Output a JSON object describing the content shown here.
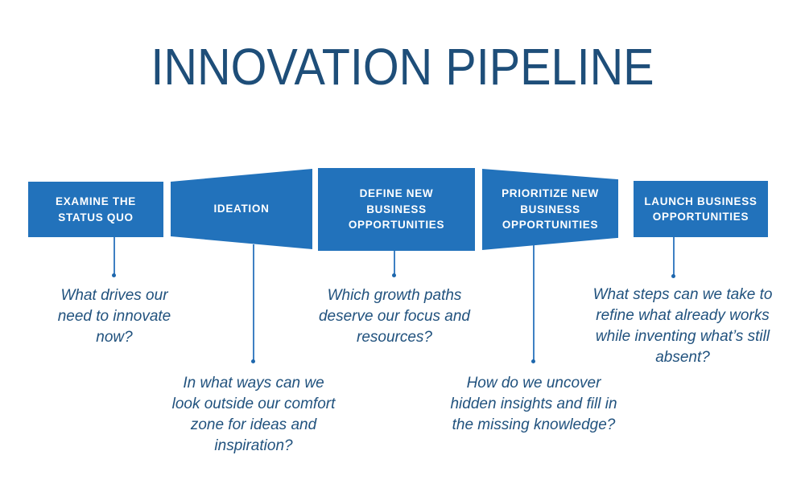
{
  "title": "INNOVATION PIPELINE",
  "colors": {
    "box_blue": "#2272bb",
    "title_blue": "#1e4e79",
    "text_blue": "#21527e",
    "line_blue": "#3e80c3",
    "dot_blue": "#1e67ad",
    "bg": "#ffffff"
  },
  "stages": [
    {
      "label": "EXAMINE THE\nSTATUS QUO",
      "shape": "rectangle",
      "question": "What drives our\nneed to innovate\nnow?"
    },
    {
      "label": "IDEATION",
      "shape": "expanding-trapezoid",
      "question": "In what ways can we\nlook outside our comfort\nzone for ideas and\ninspiration?"
    },
    {
      "label": "DEFINE NEW\nBUSINESS\nOPPORTUNITIES",
      "shape": "rectangle",
      "question": "Which growth paths\ndeserve our focus and\nresources?"
    },
    {
      "label": "PRIORITIZE NEW\nBUSINESS\nOPPORTUNITIES",
      "shape": "narrowing-trapezoid",
      "question": "How do we uncover\nhidden insights and fill in\nthe missing knowledge?"
    },
    {
      "label": "LAUNCH BUSINESS\nOPPORTUNITIES",
      "shape": "rectangle",
      "question": "What steps can we take to\nrefine what already works\nwhile inventing what’s still\nabsent?"
    }
  ]
}
